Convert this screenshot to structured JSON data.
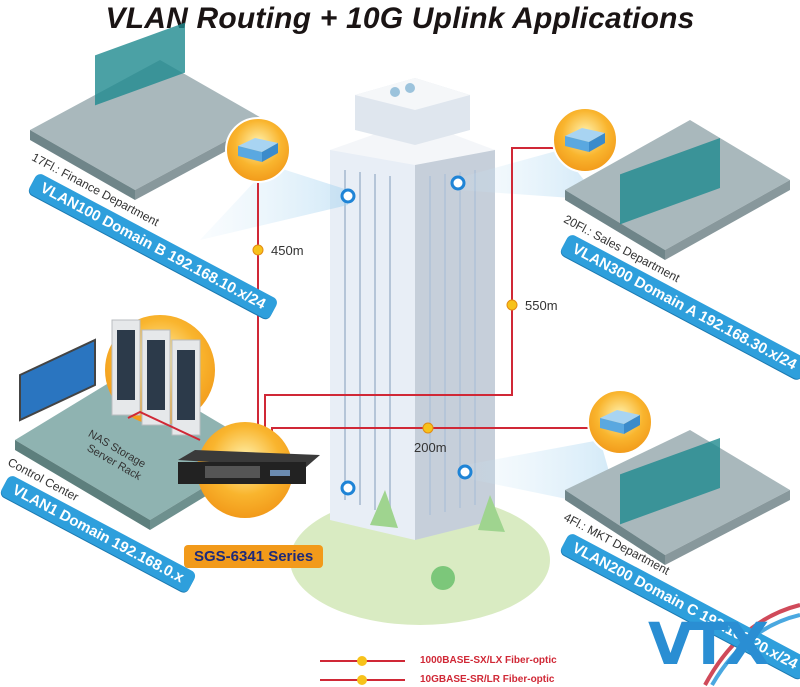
{
  "title": "VLAN Routing + 10G Uplink Applications",
  "departments": [
    {
      "floor_label": "17Fl.: Finance Department",
      "vlan_banner": "VLAN100 Domain B 192.168.10.x/24"
    },
    {
      "floor_label": "20Fl.: Sales Department",
      "vlan_banner": "VLAN300 Domain A 192.168.30.x/24"
    },
    {
      "floor_label": "4Fl.: MKT Department",
      "vlan_banner": "VLAN200 Domain C 192.168.20.x/24"
    },
    {
      "floor_label": "Control Center",
      "vlan_banner": "VLAN1 Domain 192.168.0.x"
    }
  ],
  "nas_label": [
    "NAS Storage",
    "Server Rack"
  ],
  "distances": {
    "finance": "450m",
    "sales": "550m",
    "mkt": "200m"
  },
  "product": "SGS-6341 Series",
  "legend": [
    {
      "label": "1000BASE-SX/LX Fiber-optic",
      "color": "#d02836"
    },
    {
      "label": "10GBASE-SR/LR Fiber-optic",
      "color": "#d02836"
    }
  ],
  "logo": "VTX",
  "colors": {
    "fiber": "#d02836",
    "banner": "#2e9fdc",
    "halo": "#f7a823",
    "badge": "#f29a1a",
    "badge_text": "#1d2a7a"
  }
}
